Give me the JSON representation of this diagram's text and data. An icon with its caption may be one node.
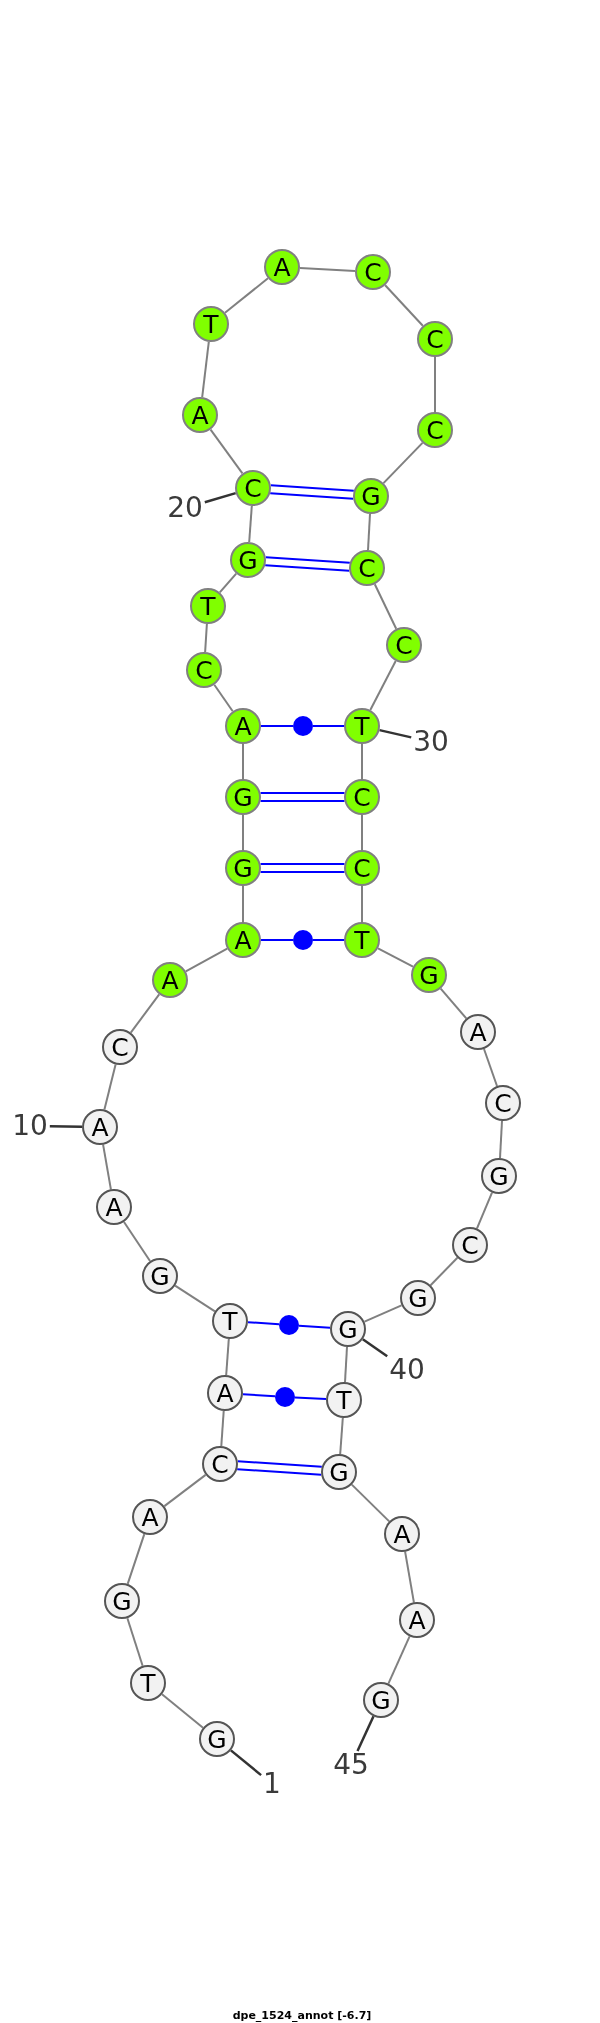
{
  "diagram": {
    "caption": "dpe_1524_annot [-6.7]",
    "nodes": [
      {
        "text": [
          "G"
        ]
      },
      {
        "text": [
          "T"
        ]
      },
      {
        "text": [
          "G"
        ]
      },
      {
        "text": [
          "A"
        ]
      },
      {
        "text": [
          "C"
        ]
      },
      {
        "text": [
          "A"
        ]
      },
      {
        "text": [
          "T"
        ]
      },
      {
        "text": [
          "G"
        ]
      },
      {
        "text": [
          "A"
        ]
      },
      {
        "text": [
          "A"
        ]
      },
      {
        "text": [
          "C"
        ]
      },
      {
        "text": [
          "A"
        ]
      },
      {
        "text": [
          "A"
        ]
      },
      {
        "text": [
          "G"
        ]
      },
      {
        "text": [
          "G"
        ]
      },
      {
        "text": [
          "A"
        ]
      },
      {
        "text": [
          "C"
        ]
      },
      {
        "text": [
          "T"
        ]
      },
      {
        "text": [
          "G"
        ]
      },
      {
        "text": [
          "C"
        ]
      },
      {
        "text": [
          "A"
        ]
      },
      {
        "text": [
          "T"
        ]
      },
      {
        "text": [
          "A"
        ]
      },
      {
        "text": [
          "C"
        ]
      },
      {
        "text": [
          "C"
        ]
      },
      {
        "text": [
          "C"
        ]
      },
      {
        "text": [
          "G"
        ]
      },
      {
        "text": [
          "C"
        ]
      },
      {
        "text": [
          "C"
        ]
      },
      {
        "text": [
          "T"
        ]
      },
      {
        "text": [
          "C"
        ]
      },
      {
        "text": [
          "C"
        ]
      },
      {
        "text": [
          "T"
        ]
      },
      {
        "text": [
          "G"
        ]
      },
      {
        "text": [
          "A"
        ]
      },
      {
        "text": [
          "C"
        ]
      },
      {
        "text": [
          "G"
        ]
      },
      {
        "text": [
          "C"
        ]
      },
      {
        "text": [
          "G"
        ]
      },
      {
        "text": [
          "G"
        ]
      },
      {
        "text": [
          "T"
        ]
      },
      {
        "text": [
          "G"
        ]
      },
      {
        "text": [
          "A"
        ]
      },
      {
        "text": [
          "A"
        ]
      },
      {
        "text": [
          "G"
        ]
      },
      {
        "text": [],
        "shape": "circle"
      },
      {
        "text": [],
        "shape": "circle"
      },
      {
        "text": [],
        "shape": "circle"
      },
      {
        "text": [],
        "shape": "circle"
      },
      {
        "text": [
          "20"
        ]
      },
      {
        "text": [
          "30"
        ]
      },
      {
        "text": [
          "10"
        ]
      },
      {
        "text": [
          "40"
        ]
      },
      {
        "text": [
          "45"
        ]
      },
      {
        "text": [
          "1"
        ]
      }
    ],
    "edges": [
      {
        "from": 0,
        "to": 1,
        "arrow": "none"
      },
      {
        "from": 1,
        "to": 2,
        "arrow": "none"
      },
      {
        "from": 2,
        "to": 3,
        "arrow": "none"
      },
      {
        "from": 3,
        "to": 4,
        "arrow": "none"
      },
      {
        "from": 4,
        "to": 5,
        "arrow": "none"
      },
      {
        "from": 5,
        "to": 6,
        "arrow": "none"
      },
      {
        "from": 6,
        "to": 7,
        "arrow": "none"
      },
      {
        "from": 7,
        "to": 8,
        "arrow": "none"
      },
      {
        "from": 8,
        "to": 9,
        "arrow": "none"
      },
      {
        "from": 9,
        "to": 10,
        "arrow": "none"
      },
      {
        "from": 10,
        "to": 11,
        "arrow": "none"
      },
      {
        "from": 11,
        "to": 12,
        "arrow": "none"
      },
      {
        "from": 12,
        "to": 13,
        "arrow": "none"
      },
      {
        "from": 13,
        "to": 14,
        "arrow": "none"
      },
      {
        "from": 14,
        "to": 15,
        "arrow": "none"
      },
      {
        "from": 15,
        "to": 16,
        "arrow": "none"
      },
      {
        "from": 16,
        "to": 17,
        "arrow": "none"
      },
      {
        "from": 17,
        "to": 18,
        "arrow": "none"
      },
      {
        "from": 18,
        "to": 19,
        "arrow": "none"
      },
      {
        "from": 19,
        "to": 20,
        "arrow": "none"
      },
      {
        "from": 20,
        "to": 21,
        "arrow": "none"
      },
      {
        "from": 21,
        "to": 22,
        "arrow": "none"
      },
      {
        "from": 22,
        "to": 23,
        "arrow": "none"
      },
      {
        "from": 23,
        "to": 24,
        "arrow": "none"
      },
      {
        "from": 24,
        "to": 25,
        "arrow": "none"
      },
      {
        "from": 25,
        "to": 26,
        "arrow": "none"
      },
      {
        "from": 26,
        "to": 27,
        "arrow": "none"
      },
      {
        "from": 27,
        "to": 28,
        "arrow": "none"
      },
      {
        "from": 28,
        "to": 29,
        "arrow": "none"
      },
      {
        "from": 29,
        "to": 30,
        "arrow": "none"
      },
      {
        "from": 30,
        "to": 31,
        "arrow": "none"
      },
      {
        "from": 31,
        "to": 32,
        "arrow": "none"
      },
      {
        "from": 32,
        "to": 33,
        "arrow": "none"
      },
      {
        "from": 33,
        "to": 34,
        "arrow": "none"
      },
      {
        "from": 34,
        "to": 35,
        "arrow": "none"
      },
      {
        "from": 35,
        "to": 36,
        "arrow": "none"
      },
      {
        "from": 36,
        "to": 37,
        "arrow": "none"
      },
      {
        "from": 37,
        "to": 38,
        "arrow": "none"
      },
      {
        "from": 38,
        "to": 39,
        "arrow": "none"
      },
      {
        "from": 39,
        "to": 40,
        "arrow": "none"
      },
      {
        "from": 40,
        "to": 41,
        "arrow": "none"
      },
      {
        "from": 41,
        "to": 42,
        "arrow": "none"
      },
      {
        "from": 42,
        "to": 43,
        "arrow": "none"
      },
      {
        "from": 43,
        "to": 44,
        "arrow": "none"
      },
      {
        "from": 19,
        "to": 26,
        "arrow": "none",
        "color": "#0000ff"
      },
      {
        "from": 18,
        "to": 27,
        "arrow": "none",
        "color": "#0000ff"
      },
      {
        "from": 15,
        "to": 45,
        "arrow": "none",
        "color": "#0000ff"
      },
      {
        "from": 45,
        "to": 29,
        "arrow": "none",
        "color": "#0000ff"
      },
      {
        "from": 14,
        "to": 30,
        "arrow": "none",
        "color": "#0000ff"
      },
      {
        "from": 13,
        "to": 31,
        "arrow": "none",
        "color": "#0000ff"
      },
      {
        "from": 12,
        "to": 46,
        "arrow": "none",
        "color": "#0000ff"
      },
      {
        "from": 46,
        "to": 32,
        "arrow": "none",
        "color": "#0000ff"
      },
      {
        "from": 6,
        "to": 47,
        "arrow": "none",
        "color": "#0000ff"
      },
      {
        "from": 47,
        "to": 39,
        "arrow": "none",
        "color": "#0000ff"
      },
      {
        "from": 5,
        "to": 48,
        "arrow": "none",
        "color": "#0000ff"
      },
      {
        "from": 48,
        "to": 40,
        "arrow": "none",
        "color": "#0000ff"
      },
      {
        "from": 4,
        "to": 41,
        "arrow": "none",
        "color": "#0000ff"
      },
      {
        "from": 49,
        "to": 19,
        "arrow": "none",
        "color": "#333333"
      },
      {
        "from": 50,
        "to": 29,
        "arrow": "none",
        "color": "#333333"
      },
      {
        "from": 51,
        "to": 9,
        "arrow": "none",
        "color": "#333333"
      },
      {
        "from": 52,
        "to": 39,
        "arrow": "none",
        "color": "#333333"
      },
      {
        "from": 53,
        "to": 44,
        "arrow": "none",
        "color": "#333333"
      },
      {
        "from": 54,
        "to": 0,
        "arrow": "none",
        "color": "#333333"
      }
    ]
  }
}
